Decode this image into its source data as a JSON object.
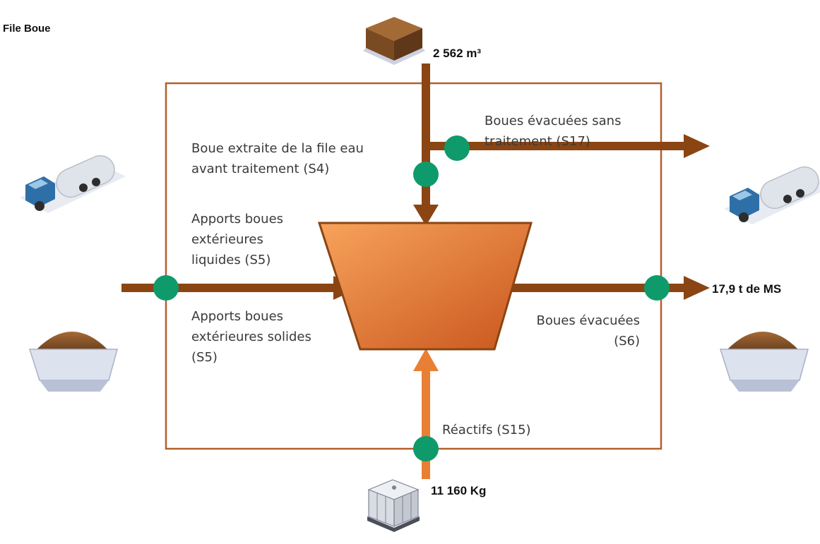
{
  "title": "File Boue",
  "values": {
    "top_volume": "2 562 m³",
    "right_mass": "17,9 t de MS",
    "bottom_mass": "11 160 Kg"
  },
  "labels": {
    "s17": "Boues évacuées sans\ntraitement (S17)",
    "s4": "Boue extraite de la file eau\navant traitement (S4)",
    "s5_liquid": "Apports boues\nextérieures\nliquides (S5)",
    "s5_solid": "Apports boues\nextérieures solides\n(S5)",
    "s6": "Boues évacuées\n(S6)",
    "s15": "Réactifs (S15)"
  },
  "icons": {
    "top": "sludge-cube-icon",
    "left_top": "tanker-truck-icon",
    "left_bottom": "sludge-skip-icon",
    "right_top": "tanker-truck-icon",
    "right_bottom": "sludge-skip-icon",
    "bottom": "ibc-container-icon"
  },
  "colors": {
    "sludge_flow": "#8a4513",
    "reagent_flow": "#e97f34",
    "measure_point": "#0f9a6b",
    "system_border": "#b45f2a",
    "thickener_fill": "#e0783c"
  }
}
